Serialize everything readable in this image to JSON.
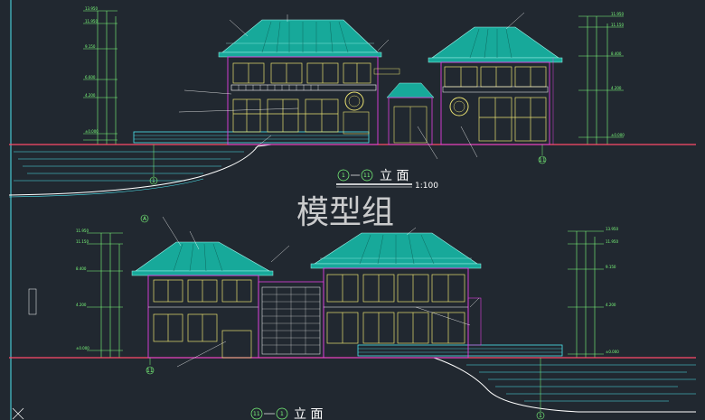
{
  "drawing": {
    "watermark": "模型组",
    "top_view": {
      "title_from": "1",
      "title_to": "11",
      "title_label": "立 面",
      "scale": "1:100",
      "bottom_grid": "1",
      "right_grid": "11"
    },
    "bottom_view": {
      "title_from": "11",
      "title_to": "1",
      "title_label": "立 面",
      "left_grid": "11",
      "right_grid": "1",
      "top_grid": "A"
    },
    "colors": {
      "background": "#212830",
      "roof": "#17a99a",
      "roof_line": "#9ef2e8",
      "wall_outline": "#e040e0",
      "window_frame": "#e8e070",
      "ground": "#ff4a6a",
      "water": "#4ee6f0",
      "dimension": "#7cff7c"
    }
  }
}
